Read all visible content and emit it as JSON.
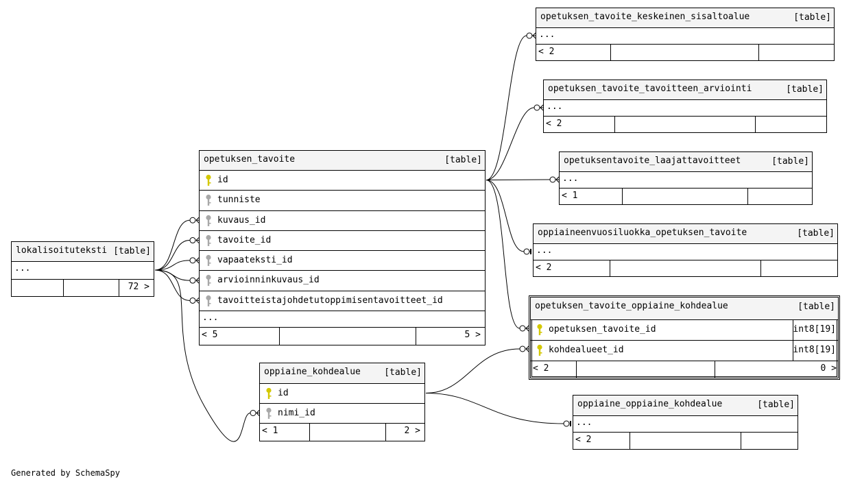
{
  "tables": [
    {
      "id": "keskeinen",
      "name": "opetuksen_tavoite_keskeinen_sisaltoalue",
      "type": "[table]",
      "columns": [],
      "more": "...",
      "footer": [
        "< 2",
        "",
        ""
      ]
    },
    {
      "id": "arviointi",
      "name": "opetuksen_tavoite_tavoitteen_arviointi",
      "type": "[table]",
      "columns": [],
      "more": "...",
      "footer": [
        "< 2",
        "",
        ""
      ]
    },
    {
      "id": "laaja",
      "name": "opetuksentavoite_laajattavoitteet",
      "type": "[table]",
      "columns": [],
      "more": "...",
      "footer": [
        "< 1",
        "",
        ""
      ]
    },
    {
      "id": "vuosi",
      "name": "oppiaineenvuosiluokka_opetuksen_tavoite",
      "type": "[table]",
      "columns": [],
      "more": "...",
      "footer": [
        "< 2",
        "",
        ""
      ]
    },
    {
      "id": "otok",
      "name": "opetuksen_tavoite_oppiaine_kohdealue",
      "type": "[table]",
      "focus": true,
      "columns": [
        {
          "name": "opetuksen_tavoite_id",
          "key": "primary",
          "type": "int8[19]"
        },
        {
          "name": "kohdealueet_id",
          "key": "primary",
          "type": "int8[19]"
        }
      ],
      "more": null,
      "footer": [
        "< 2",
        "",
        "0 >"
      ]
    },
    {
      "id": "ot",
      "name": "opetuksen_tavoite",
      "type": "[table]",
      "columns": [
        {
          "name": "id",
          "key": "primary"
        },
        {
          "name": "tunniste",
          "key": "foreign"
        },
        {
          "name": "kuvaus_id",
          "key": "foreign"
        },
        {
          "name": "tavoite_id",
          "key": "foreign"
        },
        {
          "name": "vapaateksti_id",
          "key": "foreign"
        },
        {
          "name": "arvioinninkuvaus_id",
          "key": "foreign"
        },
        {
          "name": "tavoitteistajohdetutoppimisentavoitteet_id",
          "key": "foreign"
        }
      ],
      "more": "...",
      "footer": [
        "< 5",
        "",
        "5 >"
      ]
    },
    {
      "id": "lok",
      "name": "lokalisoituteksti",
      "type": "[table]",
      "columns": [],
      "more": "...",
      "footer": [
        "",
        "",
        "72 >"
      ]
    },
    {
      "id": "ok",
      "name": "oppiaine_kohdealue",
      "type": "[table]",
      "columns": [
        {
          "name": "id",
          "key": "primary"
        },
        {
          "name": "nimi_id",
          "key": "foreign"
        }
      ],
      "more": null,
      "footer": [
        "< 1",
        "",
        "2 >"
      ]
    },
    {
      "id": "ook",
      "name": "oppiaine_oppiaine_kohdealue",
      "type": "[table]",
      "columns": [],
      "more": "...",
      "footer": [
        "< 2",
        "",
        ""
      ]
    }
  ],
  "colors": {
    "primary_key": "#d4c800",
    "foreign_key": "#a8a8a8",
    "header_bg": "#f4f4f4",
    "line": "#000000"
  },
  "credit": "Generated by SchemaSpy"
}
